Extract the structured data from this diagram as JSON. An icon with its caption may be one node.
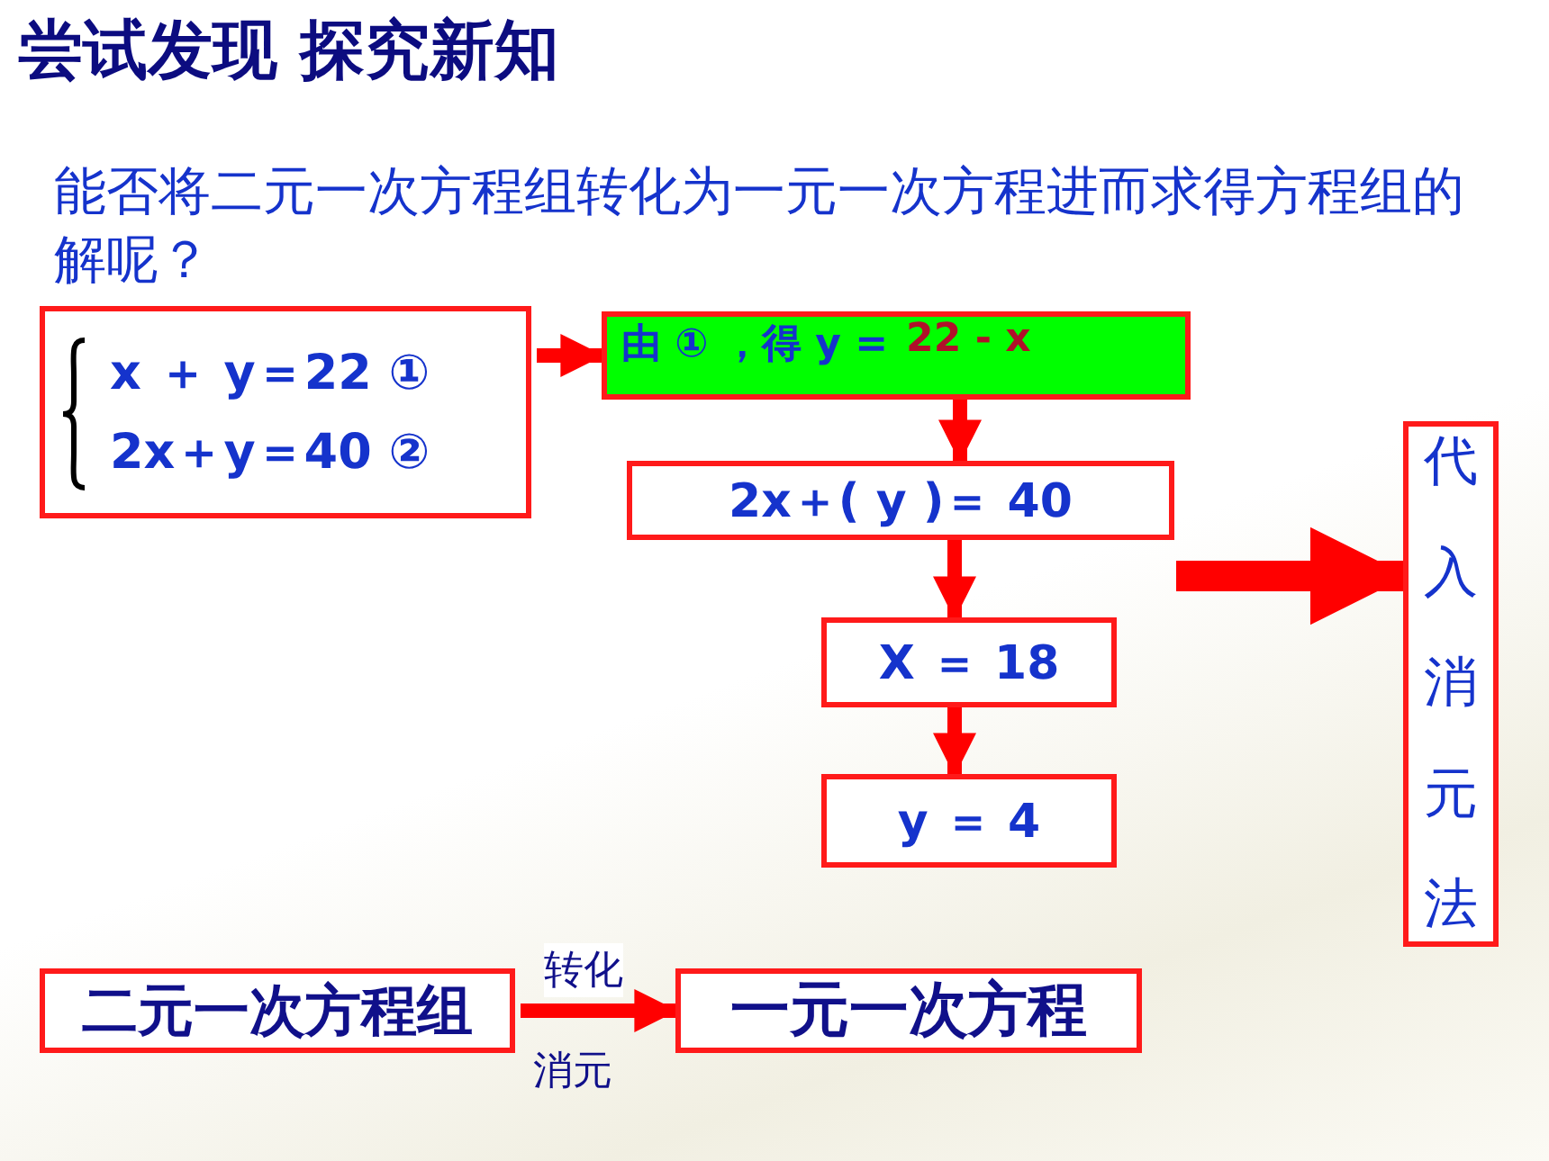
{
  "diagram": {
    "title": "尝试发现 探究新知",
    "nodes": [
      {
        "text": [
          "x ＋ y＝22 ①",
          "2x＋y＝40 ②"
        ]
      },
      {
        "text": [
          "由 ① ，得 y =",
          "22 - x"
        ]
      },
      {
        "text": [
          "2x＋( y )＝ 40"
        ]
      },
      {
        "text": [
          "X ＝ 18"
        ]
      },
      {
        "text": [
          "y ＝ 4"
        ]
      },
      {
        "text": [
          "代入消元法"
        ]
      },
      {
        "text": [
          "二元一次方程组"
        ]
      },
      {
        "text": [
          "一元一次方程"
        ]
      }
    ],
    "edges": [
      {
        "from": 0,
        "to": 1,
        "arrow": "to"
      },
      {
        "from": 1,
        "to": 2,
        "arrow": "to"
      },
      {
        "from": 2,
        "to": 3,
        "arrow": "to"
      },
      {
        "from": 3,
        "to": 4,
        "arrow": "to"
      },
      {
        "from": null,
        "to": 5,
        "arrow": "to",
        "style": "thick"
      },
      {
        "from": 6,
        "to": 7,
        "arrow": "to",
        "label": "转化"
      }
    ],
    "labels": [
      "能否将二元一次方程组转化为一元一次方程进而求得方程组的解呢？",
      "消元"
    ]
  }
}
